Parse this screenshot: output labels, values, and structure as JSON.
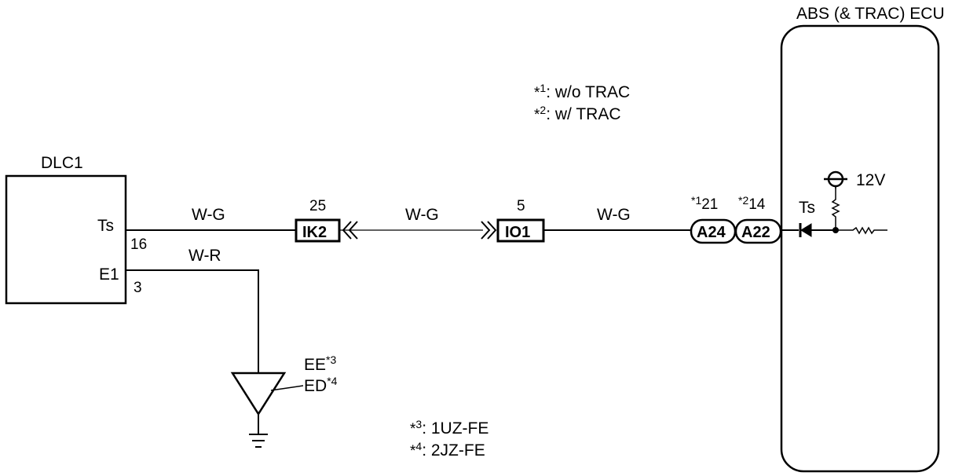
{
  "dlc1": {
    "name": "DLC1",
    "pins": [
      {
        "label": "Ts",
        "number": "16"
      },
      {
        "label": "E1",
        "number": "3"
      }
    ]
  },
  "wires": {
    "ts_left": "W-G",
    "ts_mid": "W-G",
    "ts_right": "W-G",
    "e1": "W-R"
  },
  "connectors": {
    "ik2": {
      "name": "IK2",
      "pin": "25"
    },
    "io1": {
      "name": "IO1",
      "pin": "5"
    },
    "a24": {
      "name": "A24",
      "pin": "21",
      "note": "*1"
    },
    "a22": {
      "name": "A22",
      "pin": "14",
      "note": "*2"
    }
  },
  "ground": {
    "label1": "EE",
    "note1": "*3",
    "label2": "ED",
    "note2": "*4"
  },
  "ecu": {
    "title": "ABS (& TRAC) ECU",
    "terminal": "Ts",
    "supply": "12V"
  },
  "legend_top": [
    {
      "mark": "*",
      "num": "1",
      "text": ": w/o TRAC"
    },
    {
      "mark": "*",
      "num": "2",
      "text": ": w/ TRAC"
    }
  ],
  "legend_bottom": [
    {
      "mark": "*",
      "num": "3",
      "text": ": 1UZ-FE"
    },
    {
      "mark": "*",
      "num": "4",
      "text": ": 2JZ-FE"
    }
  ]
}
